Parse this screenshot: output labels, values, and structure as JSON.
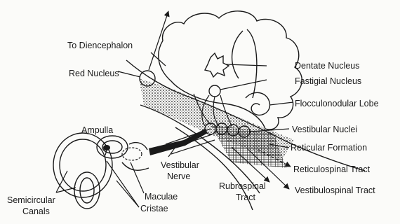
{
  "diagram": {
    "labels": {
      "to_diencephalon": "To Diencephalon",
      "red_nucleus": "Red Nucleus",
      "dentate_nucleus": "Dentate Nucleus",
      "fastigial_nucleus": "Fastigial Nucleus",
      "flocculonodular_lobe": "Flocculonodular Lobe",
      "ampulla": "Ampulla",
      "vestibular_nuclei": "Vestibular Nuclei",
      "reticular_formation": "Reticular Formation",
      "vestibular_nerve_1": "Vestibular",
      "vestibular_nerve_2": "Nerve",
      "reticulospinal_tract": "Reticulospinal Tract",
      "rubrospinal_tract_1": "Rubrospinal",
      "rubrospinal_tract_2": "Tract",
      "vestibulospinal_tract": "Vestibulospinal Tract",
      "semicircular_canals_1": "Semicircular",
      "semicircular_canals_2": "Canals",
      "maculae": "Maculae",
      "cristae": "Cristae"
    }
  }
}
